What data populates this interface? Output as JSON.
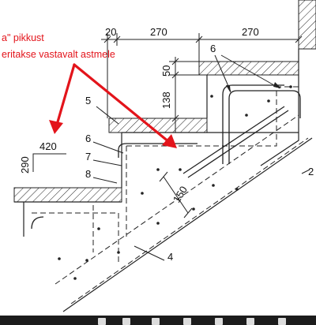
{
  "annotation": {
    "line1": "a\" pikkust",
    "line2": "eritakse vastavalt astmele",
    "color": "#e3141b"
  },
  "dimensions": {
    "top_gap": "20",
    "top_span_1": "270",
    "top_span_2": "270",
    "riser_50": "50",
    "riser_138": "138",
    "step_width": "420",
    "step_height": "290",
    "bar_spacing": "150"
  },
  "callouts": {
    "c4": "4",
    "c5": "5",
    "c6_left": "6",
    "c6_top": "6",
    "c7": "7",
    "c8": "8",
    "c2": "2"
  },
  "taskbar": {
    "icons": [
      "window-icon",
      "search-icon",
      "explorer-icon",
      "browser-icon",
      "mail-icon",
      "store-icon",
      "app-icon"
    ]
  }
}
